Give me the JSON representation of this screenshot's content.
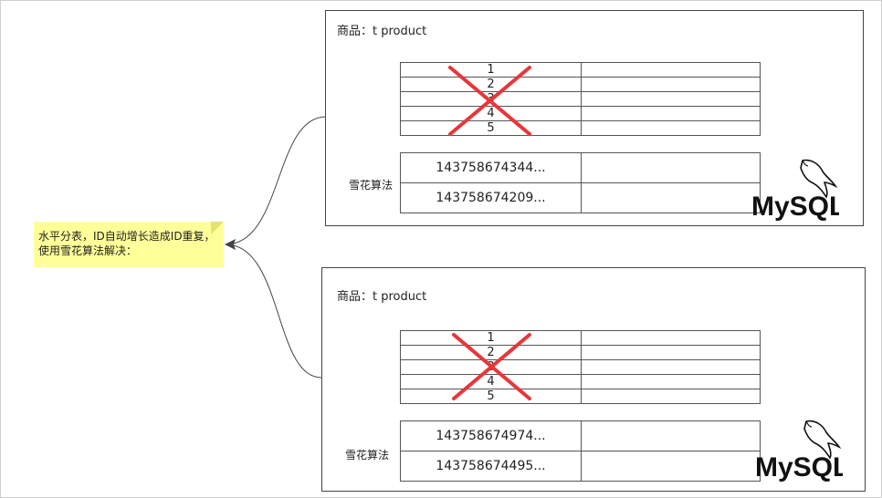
{
  "note": {
    "text": "水平分表，ID自动增长造成ID重复，使用雪花算法解决："
  },
  "databases": [
    {
      "title": "商品：t product",
      "id_rows": [
        "1",
        "2",
        "3",
        "4",
        "5"
      ],
      "snowflake_label": "雪花算法",
      "snowflake_rows": [
        "143758674344...",
        "143758674209..."
      ],
      "logo_text": "MySQL"
    },
    {
      "title": "商品：t product",
      "id_rows": [
        "1",
        "2",
        "3",
        "4",
        "5"
      ],
      "snowflake_label": "雪花算法",
      "snowflake_rows": [
        "143758674974...",
        "143758674495..."
      ],
      "logo_text": "MySQL"
    }
  ],
  "colors": {
    "cross": "#e8363a",
    "note_bg": "#ffff99",
    "border": "#444444"
  }
}
